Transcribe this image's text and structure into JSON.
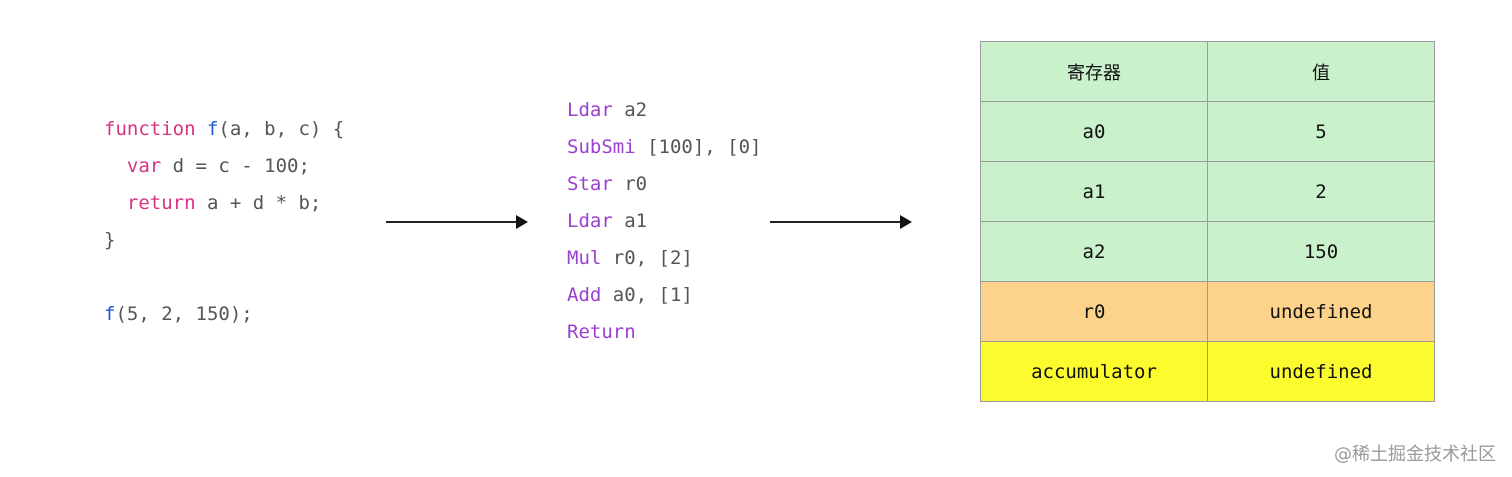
{
  "source_code": {
    "lines": [
      [
        {
          "text": "function",
          "kind": "kw"
        },
        {
          "text": " ",
          "kind": "plain"
        },
        {
          "text": "f",
          "kind": "fn"
        },
        {
          "text": "(a, b, c) {",
          "kind": "plain"
        }
      ],
      [
        {
          "text": "  ",
          "kind": "plain"
        },
        {
          "text": "var",
          "kind": "kw"
        },
        {
          "text": " d = c - 100;",
          "kind": "plain"
        }
      ],
      [
        {
          "text": "  ",
          "kind": "plain"
        },
        {
          "text": "return",
          "kind": "kw"
        },
        {
          "text": " a + d * b;",
          "kind": "plain"
        }
      ],
      [
        {
          "text": "}",
          "kind": "plain"
        }
      ],
      [
        {
          "text": "",
          "kind": "plain"
        }
      ],
      [
        {
          "text": "f",
          "kind": "fn"
        },
        {
          "text": "(5, 2, 150);",
          "kind": "plain"
        }
      ]
    ]
  },
  "bytecode": {
    "instructions": [
      {
        "op": "Ldar",
        "args": " a2"
      },
      {
        "op": "SubSmi",
        "args": " [100], [0]"
      },
      {
        "op": "Star",
        "args": " r0"
      },
      {
        "op": "Ldar",
        "args": " a1"
      },
      {
        "op": "Mul",
        "args": " r0, [2]"
      },
      {
        "op": "Add",
        "args": " a0, [1]"
      },
      {
        "op": "Return",
        "args": ""
      }
    ]
  },
  "register_table": {
    "headers": [
      "寄存器",
      "值"
    ],
    "rows": [
      {
        "register": "a0",
        "value": "5",
        "color": "#c9f1cb"
      },
      {
        "register": "a1",
        "value": "2",
        "color": "#c9f1cb"
      },
      {
        "register": "a2",
        "value": "150",
        "color": "#c9f1cb"
      },
      {
        "register": "r0",
        "value": "undefined",
        "color": "#fdd28a"
      },
      {
        "register": "accumulator",
        "value": "undefined",
        "color": "#fbfb2e"
      }
    ],
    "header_color": "#c9f1cb"
  },
  "watermark": "@稀土掘金技术社区",
  "colors": {
    "keyword": "#d63384",
    "function_name": "#2256d8",
    "opcode": "#9b3fcf",
    "plain_text": "#555555"
  }
}
